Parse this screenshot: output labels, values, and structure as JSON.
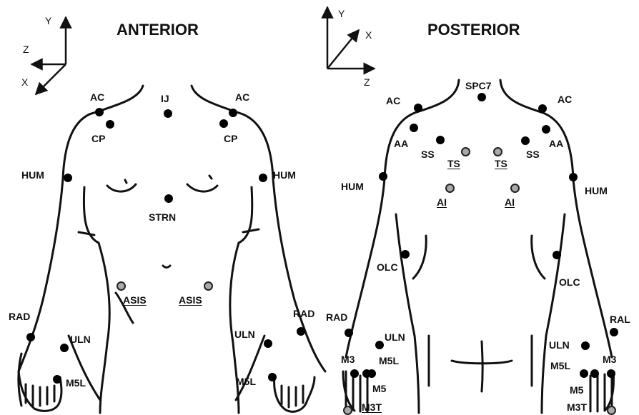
{
  "titles": {
    "anterior": "ANTERIOR",
    "posterior": "POSTERIOR"
  },
  "axes": {
    "anterior": {
      "y": "Y",
      "z": "Z",
      "x": "X"
    },
    "posterior": {
      "y": "Y",
      "x": "X",
      "z": "Z"
    }
  },
  "labels": {
    "ant": {
      "ac_l": "AC",
      "ac_r": "AC",
      "ij": "IJ",
      "cp_l": "CP",
      "cp_r": "CP",
      "hum_l": "HUM",
      "hum_r": "HUM",
      "strn": "STRN",
      "asis_l": "ASIS",
      "asis_r": "ASIS",
      "rad_l": "RAD",
      "rad_r": "RAD",
      "uln_l": "ULN",
      "uln_r": "ULN",
      "m5l_l": "M5L",
      "m5l_r": "M5L"
    },
    "post": {
      "spc7": "SPC7",
      "ac_l": "AC",
      "ac_r": "AC",
      "aa_l": "AA",
      "aa_r": "AA",
      "ss_l": "SS",
      "ss_r": "SS",
      "ts_l": "TS",
      "ts_r": "TS",
      "hum_l": "HUM",
      "hum_r": "HUM",
      "ai_l": "AI",
      "ai_r": "AI",
      "olc_l": "OLC",
      "olc_r": "OLC",
      "rad_l": "RAD",
      "rad_r": "RAL",
      "uln_l": "ULN",
      "uln_r": "ULN",
      "m3_l": "M3",
      "m3_r": "M3",
      "m5l_l": "M5L",
      "m5l_r": "M5L",
      "m5_l": "M5",
      "m5_r": "M5",
      "m3t_l": "M3T",
      "m3t_r": "M3T"
    }
  },
  "marker_colors": {
    "standard": "#000000",
    "underlined": "#aaaaaa"
  }
}
